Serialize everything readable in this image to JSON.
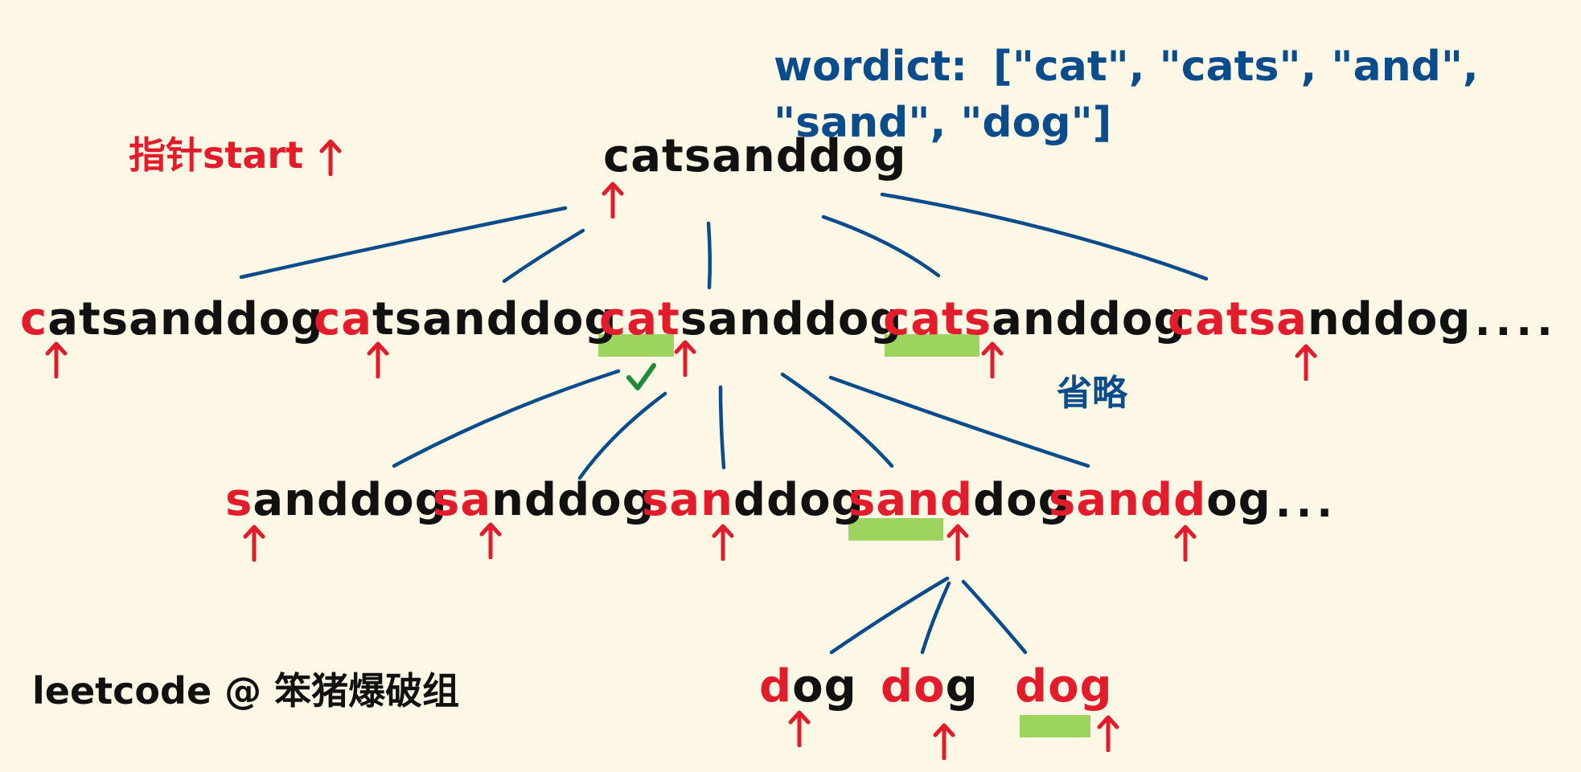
{
  "header": {
    "wordict_label": "wordict:",
    "wordict_list": "[\"cat\", \"cats\", \"and\", \"sand\", \"dog\"]"
  },
  "legend": {
    "pointer_label": "指针start"
  },
  "note": {
    "omitted": "省略"
  },
  "watermark": {
    "text": "leetcode @ 笨猪爆破组"
  },
  "colors": {
    "background": "#fdf8e6",
    "ink": "#111111",
    "matched": "#e31c2c",
    "edge": "#0b4d8c",
    "highlight": "#9dd35f",
    "check": "#1f8a3a"
  },
  "tree": {
    "root": {
      "matched": "",
      "rest": "catsanddog"
    },
    "level1": [
      {
        "matched": "c",
        "rest": "atsanddog"
      },
      {
        "matched": "ca",
        "rest": "tsanddog"
      },
      {
        "matched": "cat",
        "rest": "sanddog",
        "in_dict": true,
        "checked": true
      },
      {
        "matched": "cats",
        "rest": "anddog",
        "in_dict": true
      },
      {
        "matched": "catsa",
        "rest": "nddog"
      }
    ],
    "level1_more": ".....",
    "level2": [
      {
        "matched": "s",
        "rest": "anddog"
      },
      {
        "matched": "sa",
        "rest": "nddog"
      },
      {
        "matched": "san",
        "rest": "ddog"
      },
      {
        "matched": "sand",
        "rest": "dog",
        "in_dict": true
      },
      {
        "matched": "sandd",
        "rest": "og"
      }
    ],
    "level2_more": "....",
    "level3": [
      {
        "matched": "d",
        "rest": "og"
      },
      {
        "matched": "do",
        "rest": "g"
      },
      {
        "matched": "dog",
        "rest": "",
        "in_dict": true
      }
    ]
  }
}
